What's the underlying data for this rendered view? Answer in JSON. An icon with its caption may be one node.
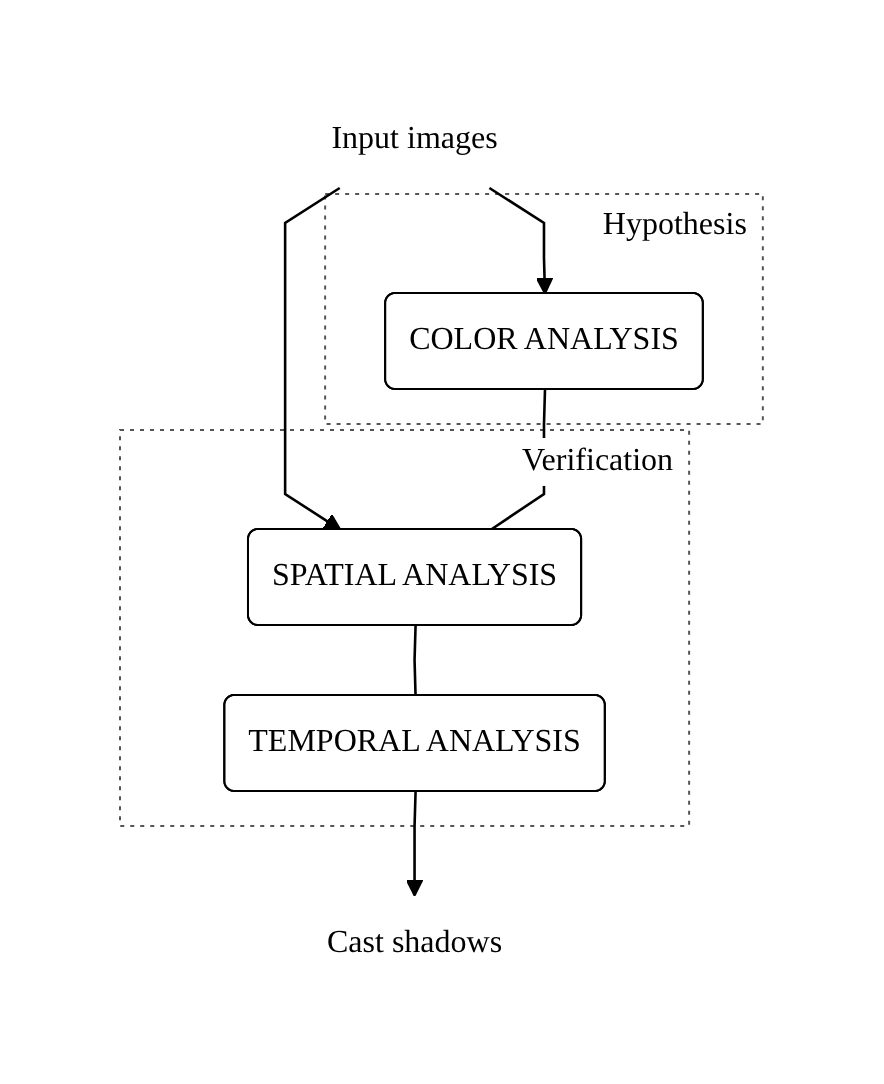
{
  "diagram": {
    "nodes": [
      {
        "text": [
          "Input images"
        ]
      },
      {
        "text": [
          "Hypothesis"
        ]
      },
      {
        "text": [
          "COLOR ANALYSIS"
        ],
        "in": 1
      },
      {
        "text": [
          "Verification"
        ]
      },
      {
        "text": [
          "SPATIAL ANALYSIS"
        ],
        "in": 3
      },
      {
        "text": [
          "TEMPORAL ANALYSIS"
        ],
        "in": 3
      },
      {
        "text": [
          "Cast shadows"
        ]
      }
    ],
    "edges": [
      {
        "from": 0,
        "to": 2,
        "arrow": "to"
      },
      {
        "from": 0,
        "to": 4,
        "arrow": "to"
      },
      {
        "from": 2,
        "to": 4,
        "arrow": "none"
      },
      {
        "from": 4,
        "to": 5,
        "arrow": "none"
      },
      {
        "from": 5,
        "to": 6,
        "arrow": "to"
      }
    ]
  }
}
